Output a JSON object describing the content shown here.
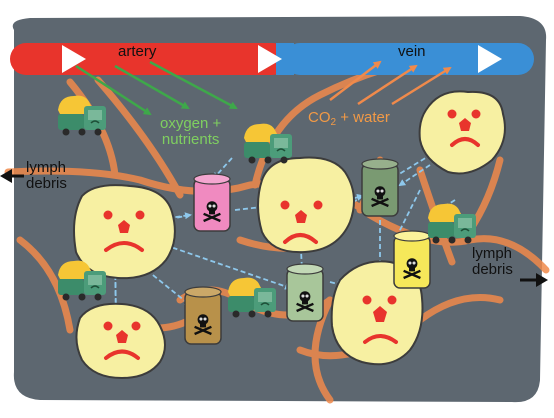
{
  "labels": {
    "artery": "artery",
    "vein": "vein",
    "oxygen_line1": "oxygen +",
    "oxygen_line2": "nutrients",
    "co2_prefix": "CO",
    "co2_sub": "2",
    "co2_suffix": " + water",
    "lymph_left_line1": "lymph",
    "lymph_left_line2": "debris",
    "lymph_right_line1": "lymph",
    "lymph_right_line2": "debris"
  },
  "colors": {
    "tissue": "#5d6770",
    "artery": "#e8342c",
    "vein": "#3a8fd6",
    "capillary": "#f08a4b",
    "cell": "#f7f0a2",
    "cell_outline": "#3c3c3c",
    "face_features": "#e8342c",
    "oxygen_arrow": "#3ea84a",
    "co2_arrow": "#f08a4b",
    "lymph_arrow": "#111111",
    "diffusion_arrow": "#8ec8ec",
    "toxin_pink": "#f08ac0",
    "toxin_green_dark": "#7a9a72",
    "toxin_green_light": "#a8c69a",
    "toxin_yellow": "#f6e85a",
    "toxin_brown": "#b8914a",
    "truck_cargo": "#f6c636",
    "truck_body": "#3c8c6a"
  },
  "icons": {
    "cell": "sad-face-cell-icon",
    "toxin": "skull-canister-icon",
    "truck": "delivery-truck-icon",
    "flow": "flow-arrow-icon"
  }
}
